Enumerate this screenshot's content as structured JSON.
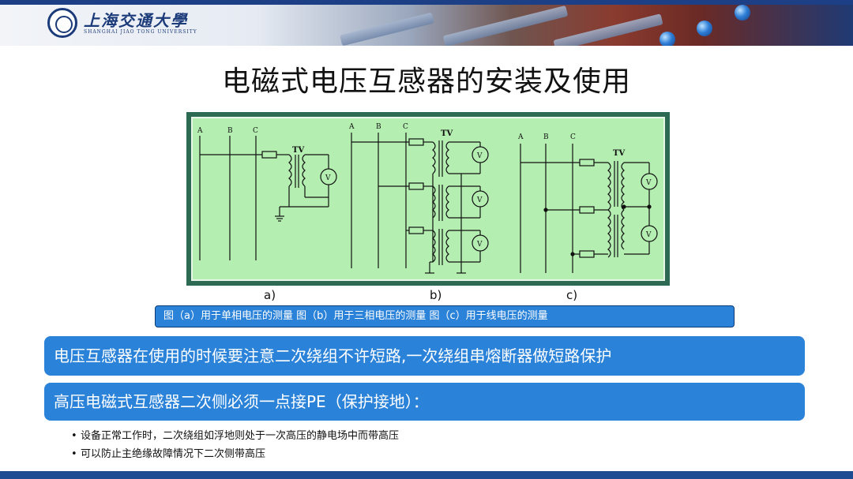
{
  "header": {
    "logo_cn": "上海交通大學",
    "logo_en": "SHANGHAI JIAO TONG UNIVERSITY"
  },
  "slide": {
    "title": "电磁式电压互感器的安装及使用"
  },
  "diagram": {
    "a": {
      "phases": [
        "A",
        "B",
        "C"
      ],
      "tv_label": "TV",
      "meter": "V"
    },
    "b": {
      "phases": [
        "A",
        "B",
        "C"
      ],
      "tv_label": "TV",
      "meter": "V"
    },
    "c": {
      "phases": [
        "A",
        "B",
        "C"
      ],
      "tv_label": "TV",
      "meter": "V"
    }
  },
  "subfigure_labels": [
    "a)",
    "b)",
    "c)"
  ],
  "caption": "图（a）用于单相电压的测量 图（b）用于三相电压的测量 图（c）用于线电压的测量",
  "bars": [
    "电压互感器在使用的时候要注意二次绕组不许短路,一次绕组串熔断器做短路保护",
    "高压电磁式互感器二次侧必须一点接PE（保护接地）："
  ],
  "bullets": [
    "设备正常工作时，二次绕组如浮地则处于一次高压的静电场中而带高压",
    "可以防止主绝缘故障情况下二次侧带高压"
  ],
  "colors": {
    "accent_blue": "#2b82d9",
    "diagram_bg": "#b4efb1",
    "diagram_frame": "#2d6a53",
    "header_blue": "#1d3f86"
  }
}
